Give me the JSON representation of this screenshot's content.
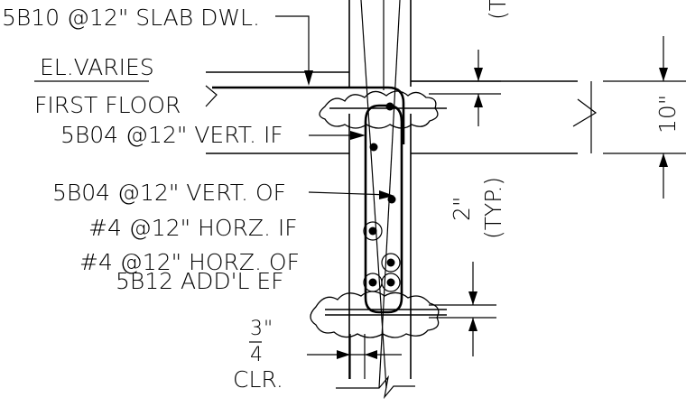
{
  "labels": {
    "slab_dowel": "5B10 @12\" SLAB DWL.",
    "elevation": "EL.VARIES",
    "floor": "FIRST FLOOR",
    "vert_if": "5B04 @12\" VERT. IF",
    "vert_of": "5B04 @12\" VERT. OF",
    "horz_if": "#4 @12\" HORZ. IF",
    "horz_of": "#4 @12\" HORZ. OF",
    "addl": "5B12  ADD'L EF",
    "clr_num": "3",
    "clr_quote": "\"",
    "clr_den": "4",
    "clr": "CLR.",
    "dim_2": "2\"",
    "typ": "(TYP.)",
    "dim_10": "10\"",
    "top_typ": "(T"
  }
}
